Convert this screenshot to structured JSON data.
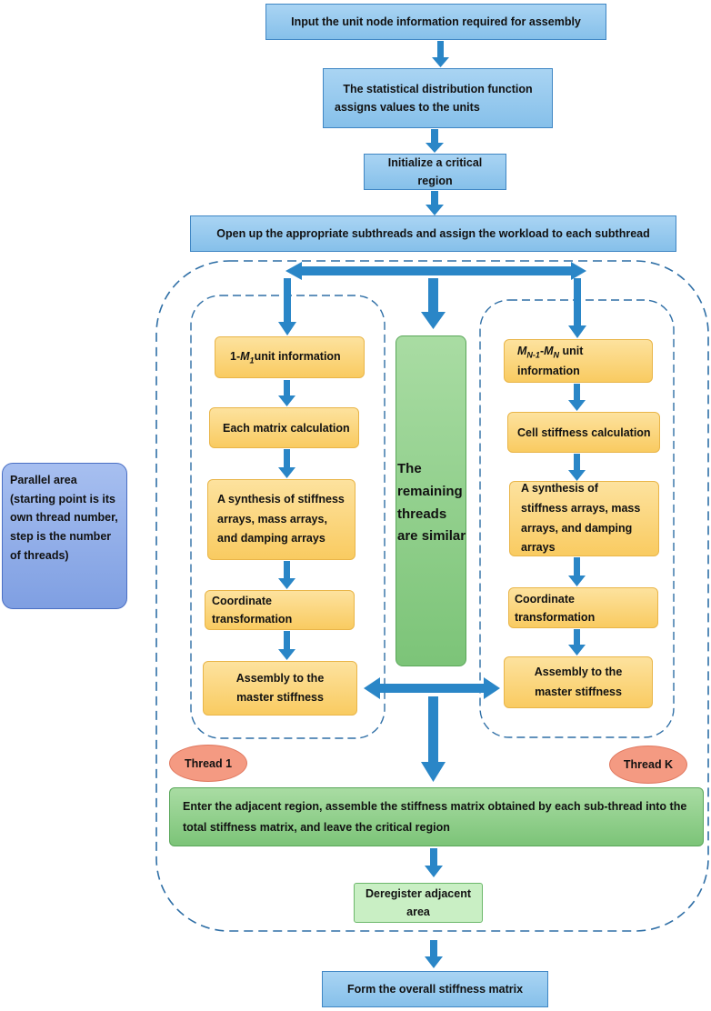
{
  "nodes": {
    "input": "Input the unit node information required for assembly",
    "distribution_line1": "The statistical distribution function",
    "distribution_line2": "assigns values to the units",
    "init_region": "Initialize a critical region",
    "open_subthreads": "Open up the appropriate subthreads and assign the workload to each subthread",
    "t1_unit_prefix": "1-",
    "t1_unit_var": "M",
    "t1_unit_sub": "1",
    "t1_unit_suffix": "unit information",
    "t1_matrix": "Each matrix calculation",
    "t1_synthesis": "A synthesis of stiffness arrays, mass arrays, and damping arrays",
    "t1_transform": "Coordinate transformation",
    "t1_assembly_line1": "Assembly to the",
    "t1_assembly_line2": "master stiffness",
    "remaining": "The remaining threads are similar",
    "tk_unit_var1": "M",
    "tk_unit_sub1": "N-1",
    "tk_unit_dash": "-",
    "tk_unit_var2": "M",
    "tk_unit_sub2": "N",
    "tk_unit_suffix": " unit information",
    "tk_cell": "Cell stiffness calculation",
    "tk_synthesis": "A synthesis of stiffness arrays, mass arrays, and damping arrays",
    "tk_transform": "Coordinate transformation",
    "tk_assembly_line1": "Assembly to the",
    "tk_assembly_line2": "master stiffness",
    "adjacent": "Enter the adjacent region, assemble the stiffness matrix obtained by each sub-thread into the total stiffness matrix, and leave the critical region",
    "deregister": "Deregister adjacent area",
    "form_overall": "Form the overall stiffness matrix"
  },
  "labels": {
    "parallel_area": "Parallel area (starting point is its own thread number, step is the number of threads)",
    "thread1": "Thread 1",
    "threadk": "Thread K"
  },
  "colors": {
    "blue_box": "#9ccdf0",
    "yellow_box": "#fbd57f",
    "green_box": "#8ccf87",
    "arrow": "#2a86c7",
    "dashed_border": "#2f6fa6",
    "thread_label": "#f49a82",
    "side_label": "#8eaee8"
  }
}
